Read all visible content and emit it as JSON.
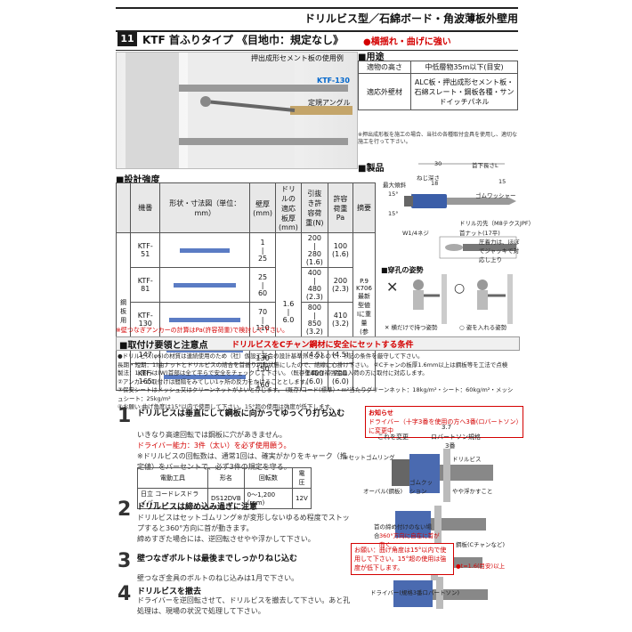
{
  "header": {
    "category": "ドリルビス型／石綿ボード・角波薄板外壁用",
    "section_number": "11"
  },
  "model": {
    "title": "KTF 首ふりタイプ 《目地巾：規定なし》",
    "feature": "●横揺れ・曲げに強い"
  },
  "photo_labels": {
    "example": "押出成形セメント板の使用例",
    "product": "KTF-130",
    "angle": "定規アングル"
  },
  "usage": {
    "heading": "■用途",
    "rows": [
      {
        "label": "適物の高さ",
        "value": "中低層物35m以下(目安)"
      },
      {
        "label": "適応外壁材",
        "value": "ALC板・押出成形セメント板・石綿スレート・鋼板各種・サンドイッチパネル"
      }
    ],
    "note": "※押出成形板を施工の場合、当社の各種取付金具を使用し、適切な施工を行って下さい。"
  },
  "product": {
    "heading": "■製品",
    "labels": [
      "30",
      "首下長さL",
      "ねじ深さ",
      "18",
      "最大傾斜",
      "15°",
      "15°",
      "ゴムワッシャー",
      "ドリル刃先（M8テクスJPF）",
      "W1/4ネジ",
      "首ナット(17平)",
      "15",
      "圧着力は、ほぼでジャッキで対応し上り"
    ]
  },
  "postures": {
    "heading": "■穿孔の姿勢",
    "wrong": "✕ 横だけで持つ姿勢",
    "right": "○ 姿を入れる姿勢"
  },
  "spec": {
    "heading": "■設計強度",
    "headers": [
      "機番",
      "形状・寸法図（単位：mm）",
      "壁厚(mm)",
      "ドリルの適応板厚(mm)",
      "引抜き許容荷重(N)",
      "許容荷重Pa",
      "摘要"
    ],
    "side_label": "鋼板用",
    "rows": [
      {
        "model": "KTF-51",
        "thick": "1\n|\n25",
        "pull": "200\n|\n280\n(1.6)",
        "pa": "100\n(1.6)"
      },
      {
        "model": "KTF-81",
        "thick": "25\n|\n60",
        "pull": "400\n|\n480\n(2.3)",
        "pa": "200\n(2.3)"
      },
      {
        "model": "KTF-130",
        "thick": "70\n|\n110",
        "pull": "800\n|\n850\n(3.2)",
        "pa": "410\n(3.2)"
      },
      {
        "model": "KTF-147",
        "thick": "100\n|\n130",
        "pull": "1000\n(4.5)",
        "pa": "500\n(4.5)"
      },
      {
        "model": "KTF-165",
        "thick": "150\n|\n160",
        "pull": "1400\n(6.0)",
        "pa": "700\n(6.0)"
      }
    ],
    "drill_range": "1.6\n|\n6.0",
    "note_col": "P.9\nK706\n最新型値\nIに重量\n(参照)",
    "footnote": "※壁つなぎアンカーの計算はPa(許容荷重)で検討して下さい。"
  },
  "warning": {
    "heading": "■取付け要領と注意点",
    "text": "ドリルビスをCチャン鋼材に安全にセットする条件"
  },
  "procedure_notes": [
    "●ドリルビス(φ6)の材質は連続使用のため（社）仮設工業会の設計基準外となるので、下記の条件を厳守して下さい。",
    "長期・短期：1)曲ナットとドリルビスの結合を首振り可動状態にしたので、結線に心掛け下さい。 ②Cチャンの板厚1.6mm以上は鋼板等を工法で点検",
    "製法：1.施行は(W)首部は全て平らで安全をチェックして下さい。 (既存壁)取付補強金具入荷の方に取付に対応します。",
    "②アンカーの取付けは間隔をみてしい1ヶ所の反力をかけることとします。",
    "③保安シートはメッシュ又はクリーンネットがよいと存じます。 (既存)コード(標準）・m²当たりグリーンネット：18kg/m²・シート：60kg/m²・メッシュシート：25kg/m²",
    "④お願い:曲げ角度は15°以内で使用して下さい。15°超の使用は強度が低下します。"
  ],
  "steps": [
    {
      "num": "1",
      "title": "ドリルビスは垂直にして鋼板に向かってゆっくり打ち込む",
      "body": [
        "いきなり高速回転では鋼板に穴があきません。",
        "ドライバー能力：3件（太い）を必ず使用願う。",
        "※ドリルビスの回転数は、通常1回は、確実がかりをキャーク（推定値）をバーセントで、必ず3件の規定を守る。"
      ],
      "table": {
        "headers": [
          "電動工具",
          "形名",
          "回転数",
          "電圧"
        ],
        "row": [
          "日立 コードレスドライバー",
          "DS12DVB",
          "0～1,200 (rpm)",
          "12V"
        ]
      }
    },
    {
      "num": "2",
      "title": "ドリルビスは締め込み過ぎに注意",
      "body": [
        "ドリルビスはセットゴムリング※が変形しないゆるめ程度でストップすると360°方向に首が動きます。",
        "締めすぎた場合には、逆回転させやや浮かして下さい。"
      ]
    },
    {
      "num": "3",
      "title": "壁つなぎボルトは最後までしっかりねじ込む",
      "body": [
        "壁つなぎ金具のボルトのねじ込みは1月で下さい。"
      ]
    },
    {
      "num": "4",
      "title": "ドリルビスを撤去",
      "body": [
        "ドライバーを逆回転させて、ドリルビスを撤去して下さい。あと孔処理は、現場の状況で処理して下さい。"
      ]
    }
  ],
  "install_notes": {
    "callout1_title": "お知らせ",
    "callout1_text": "ドライバー（十字3番を使用の方へ3番(ロバートソン）に変更中",
    "callout1_sub": [
      "これを変更",
      "ロバートソン規格",
      "3番",
      "3.7"
    ],
    "callout2_text": "お願い：曲げ角度は15°以内で使用して下さい。15°超の使用は強度が低下します。",
    "labels": [
      "※セットゴムリング",
      "ドリルビス",
      "オーバル(鋼板)",
      "ゴムクッション",
      "首の締め付けのない場合",
      "やや浮かすこと",
      "360°方向に自在に首が向く",
      "鋼板(Cチャンなど)",
      "●t=1.6(目安)以上",
      "ドライバー(規格3番ロバートソン)"
    ]
  }
}
